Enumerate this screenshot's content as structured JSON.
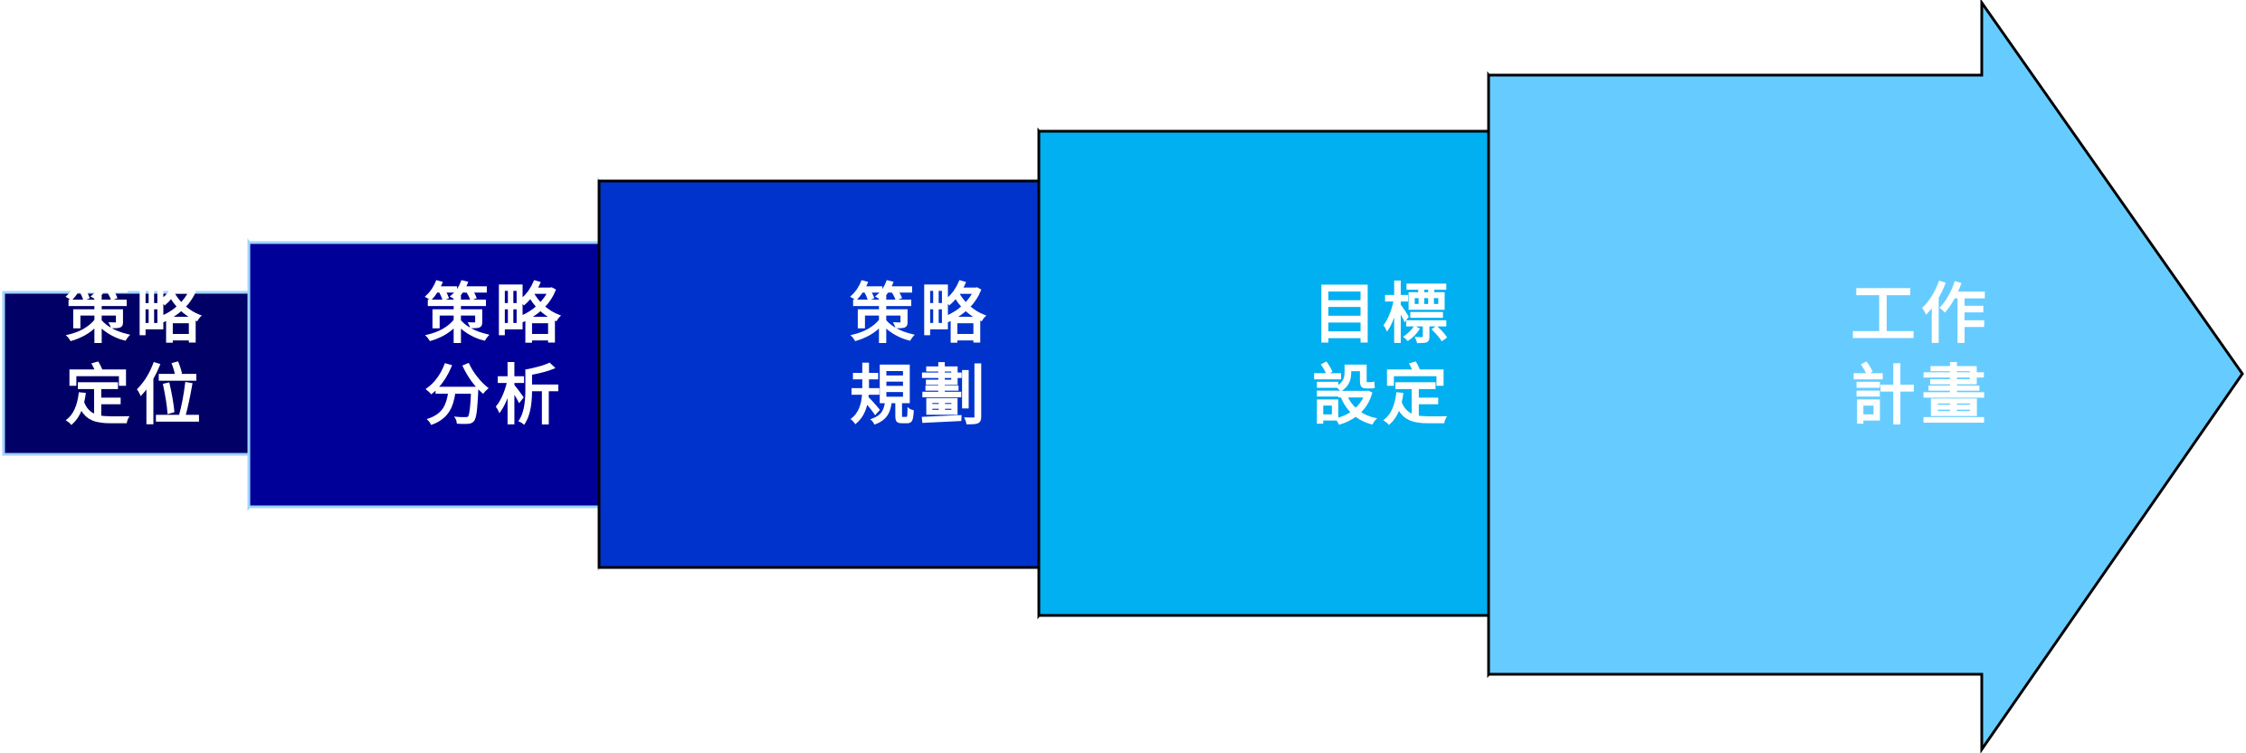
{
  "diagram": {
    "steps": [
      {
        "line1": "策略",
        "line2": "定位",
        "fill": "#000066",
        "text_color": "#ffffff",
        "outline": "#9fd3ff"
      },
      {
        "line1": "策略",
        "line2": "分析",
        "fill": "#000099",
        "text_color": "#ffffff",
        "outline": "#9fd3ff"
      },
      {
        "line1": "策略",
        "line2": "規劃",
        "fill": "#0033cc",
        "text_color": "#ffffff",
        "outline": "#000000"
      },
      {
        "line1": "目標",
        "line2": "設定",
        "fill": "#00b0f0",
        "text_color": "#ffffff",
        "outline": "#000000"
      },
      {
        "line1": "工作",
        "line2": "計畫",
        "fill": "#66ccff",
        "text_color": "#ffffff",
        "outline": "#000000"
      }
    ]
  }
}
